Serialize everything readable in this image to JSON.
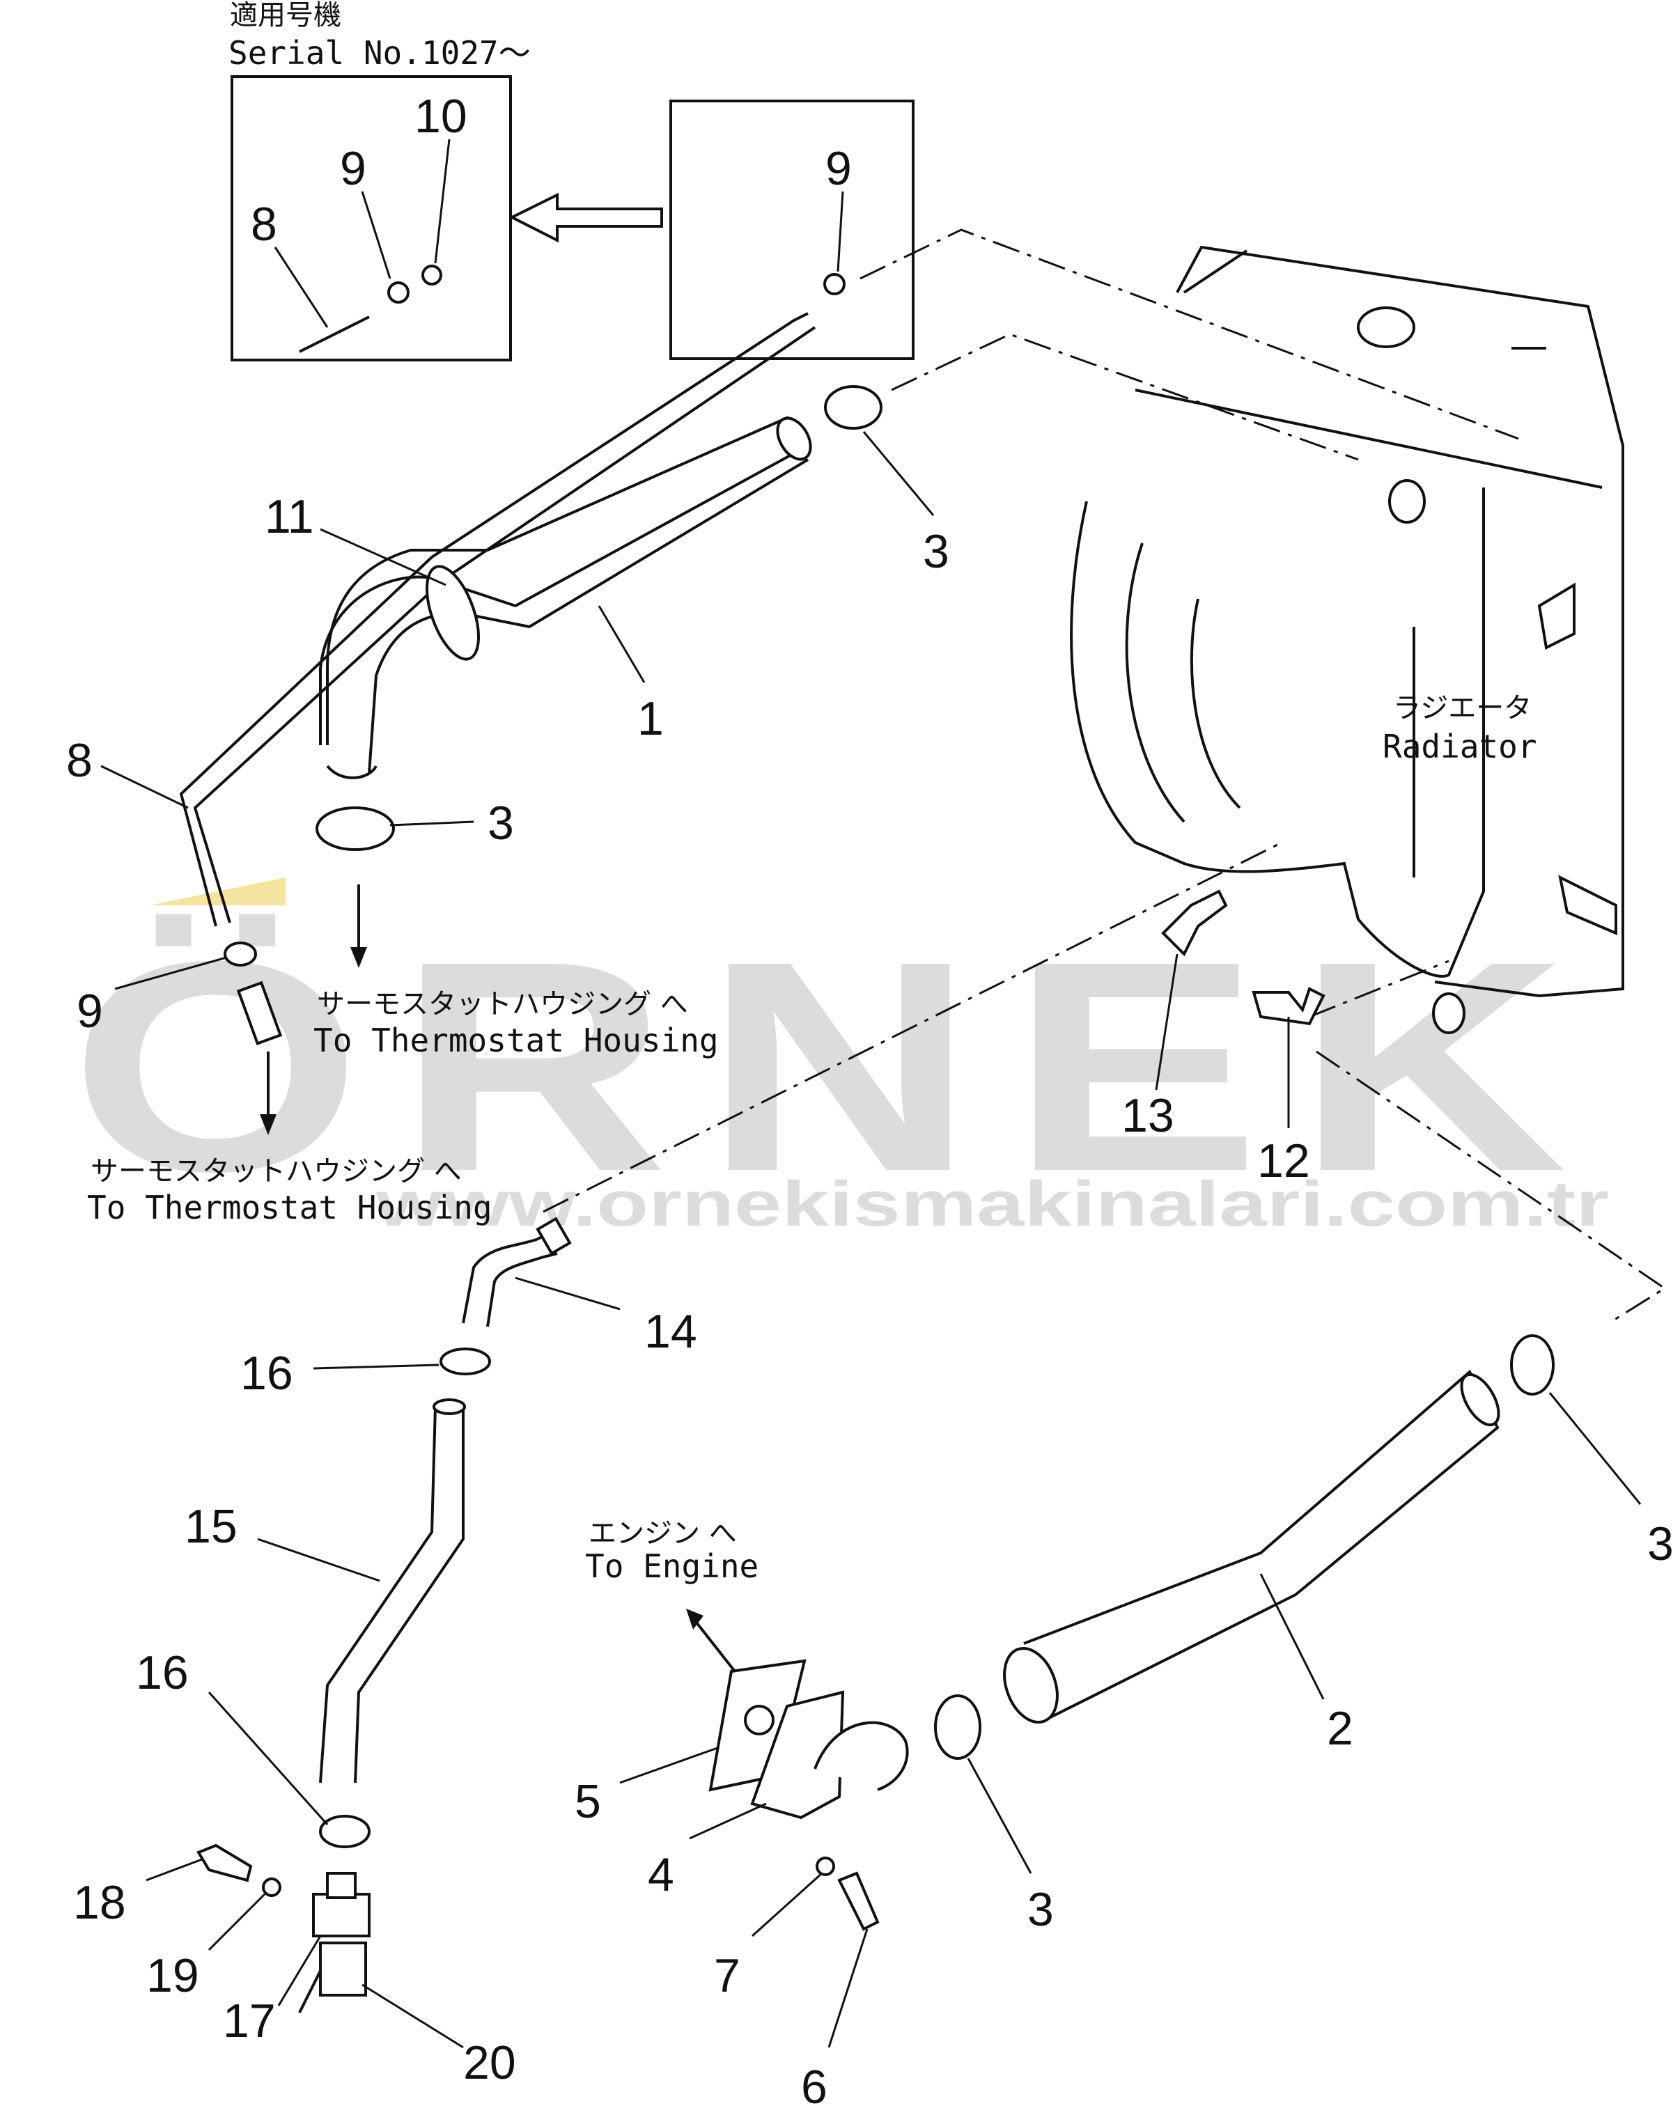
{
  "watermark": {
    "brand": "ÖRNEK",
    "url": "www.ornekismakinalari.com.tr",
    "brand_color": "#d9d9d9",
    "accent_color": "#f5e3a0"
  },
  "serial": {
    "jp": "適用号機",
    "label": "Serial No.1027～"
  },
  "labels": {
    "radiator_jp": "ラジエータ",
    "radiator_en": "Radiator",
    "thermo1_jp": "サーモスタットハウジング へ",
    "thermo1_en": "To Thermostat Housing",
    "thermo2_jp": "サーモスタットハウジング へ",
    "thermo2_en": "To Thermostat Housing",
    "engine_jp": "エンジン へ",
    "engine_en": "To Engine"
  },
  "callouts": {
    "c1": "1",
    "c2": "2",
    "c3a": "3",
    "c3b": "3",
    "c3c": "3",
    "c3d": "3",
    "c4": "4",
    "c5": "5",
    "c6": "6",
    "c7": "7",
    "c8a": "8",
    "c8b": "8",
    "c9a": "9",
    "c9b": "9",
    "c9c": "9",
    "c10": "10",
    "c11": "11",
    "c12": "12",
    "c13": "13",
    "c14": "14",
    "c15": "15",
    "c16a": "16",
    "c16b": "16",
    "c17": "17",
    "c18": "18",
    "c19": "19",
    "c20": "20"
  }
}
